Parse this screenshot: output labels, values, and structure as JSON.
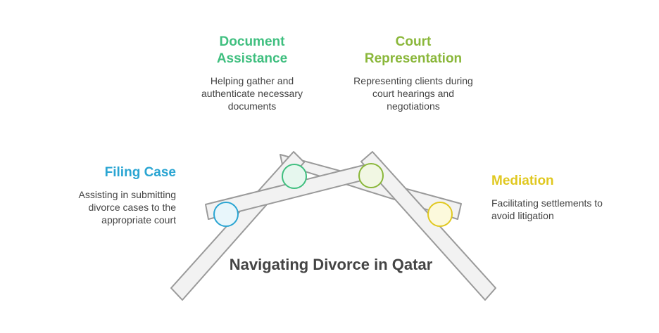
{
  "title": "Navigating Divorce in Qatar",
  "colors": {
    "filing": "#2aa5d2",
    "document": "#3fbf7f",
    "court": "#8ab73a",
    "mediation": "#e0c820",
    "bar_fill": "#f2f2f2",
    "bar_stroke": "#9a9a9a"
  },
  "steps": [
    {
      "key": "filing",
      "title": "Filing Case",
      "description": "Assisting in submitting divorce cases to the appropriate court"
    },
    {
      "key": "document",
      "title": "Document Assistance",
      "description": "Helping gather and authenticate necessary documents"
    },
    {
      "key": "court",
      "title": "Court Representation",
      "description": "Representing clients during court hearings and negotiations"
    },
    {
      "key": "mediation",
      "title": "Mediation",
      "description": "Facilitating settlements to avoid litigation"
    }
  ]
}
